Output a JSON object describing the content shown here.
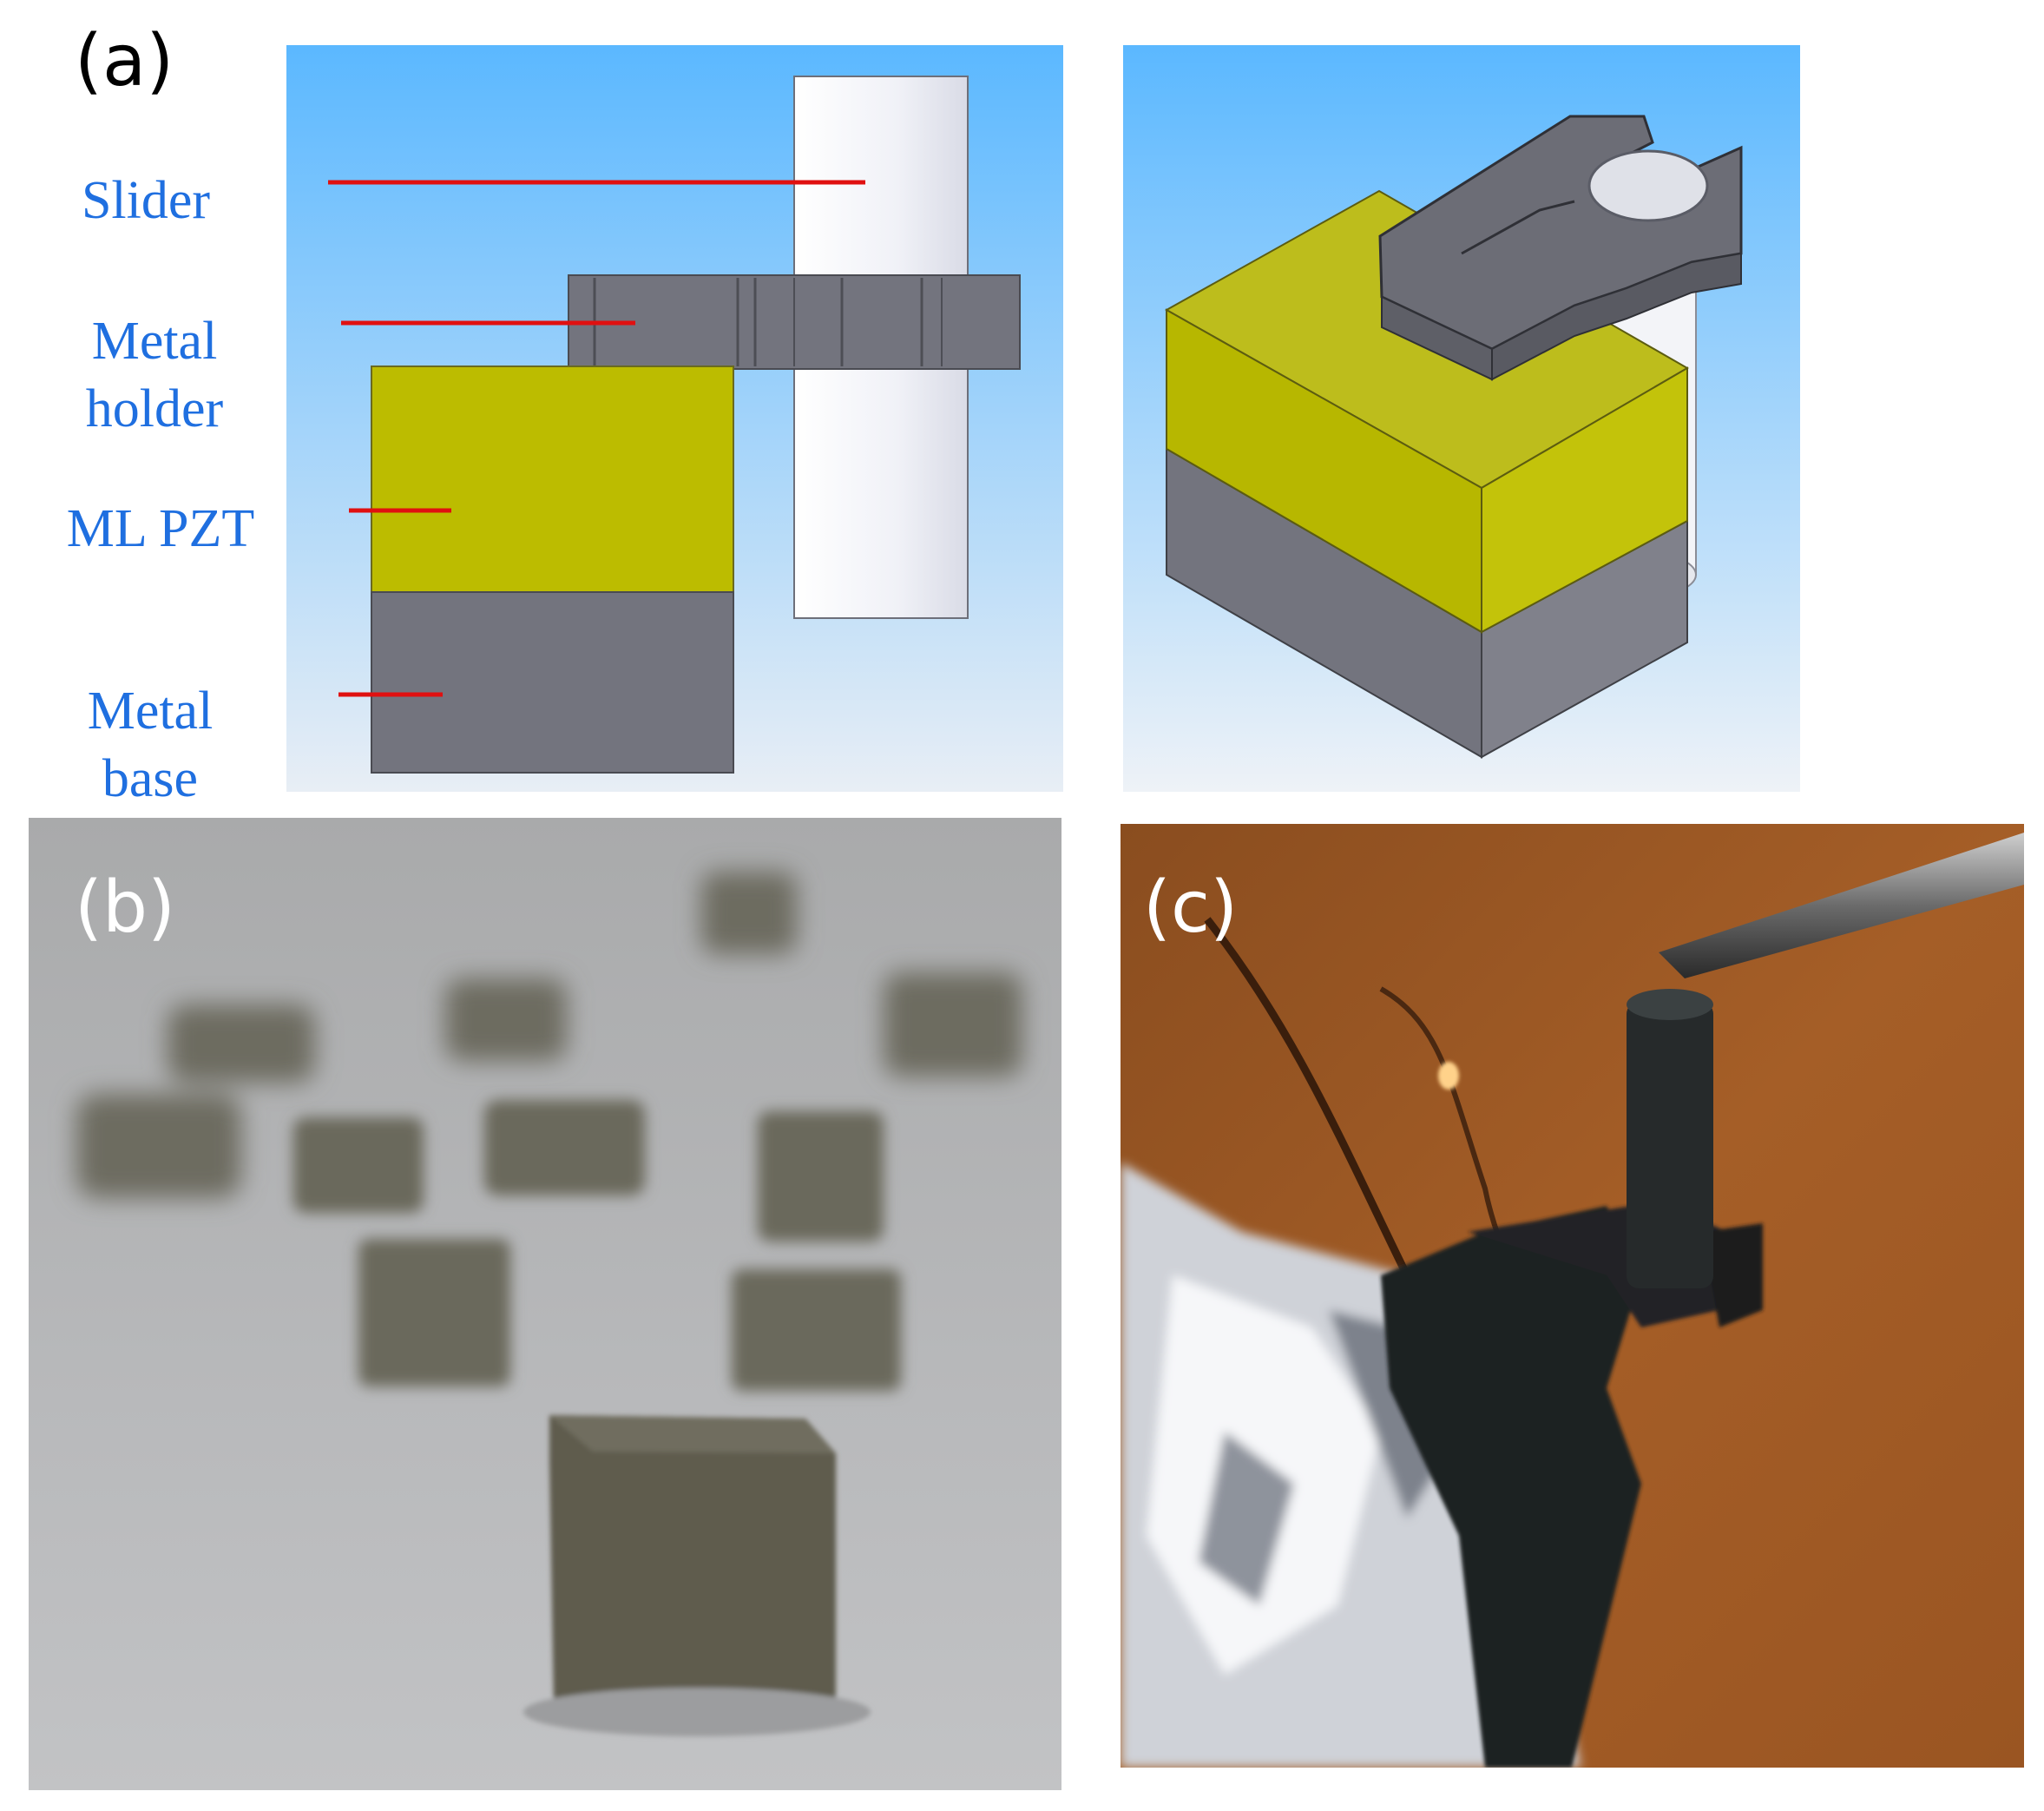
{
  "panels": {
    "a": {
      "letter": "(a)"
    },
    "b": {
      "letter": "(b)"
    },
    "c": {
      "letter": "(c)"
    }
  },
  "labels": {
    "slider": "Slider",
    "holder": "Metal\nholder",
    "pzt": "ML PZT",
    "base": "Metal\nbase"
  },
  "colors": {
    "label_text": "#1f6fe0",
    "leader_line": "#e01010",
    "pzt": "#bcbc00",
    "metal": "#73747e",
    "slider": "#f2f3f8",
    "sky_top": "#5bb8ff",
    "sky_bottom": "#e6eef6"
  }
}
